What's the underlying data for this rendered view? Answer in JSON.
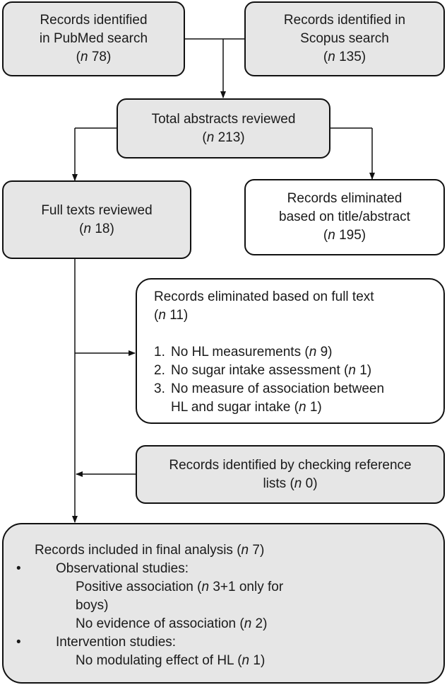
{
  "boxes": {
    "pubmed": {
      "l1": "Records identified",
      "l2": "in PubMed search",
      "n": "78"
    },
    "scopus": {
      "l1": "Records identified in",
      "l2": "Scopus search",
      "n": "135"
    },
    "total": {
      "l1": "Total abstracts reviewed",
      "n": "213"
    },
    "fulltext": {
      "l1": "Full texts reviewed",
      "n": "18"
    },
    "elim_title": {
      "l1": "Records eliminated",
      "l2": "based on title/abstract",
      "n": "195"
    },
    "elim_full": {
      "title": "Records eliminated based on full text",
      "n": "11",
      "items": [
        {
          "num": "1.",
          "text": "No HL measurements (",
          "n": "9",
          "close": ")"
        },
        {
          "num": "2.",
          "text": "No sugar intake assessment (",
          "n": "1",
          "close": ")"
        },
        {
          "num": "3.",
          "text": "No measure of association between",
          "text2": "HL and sugar intake (",
          "n": "1",
          "close": ")"
        }
      ]
    },
    "reference": {
      "l1": "Records identified by checking reference",
      "l2": "lists (",
      "n": "0"
    },
    "final": {
      "title": "Records included in final analysis (",
      "n": "7",
      "obs_label": "Observational studies:",
      "pos_a": "Positive association (",
      "pos_n": "3+1 only for",
      "pos_b": "boys)",
      "noev": "No evidence of association (",
      "noev_n": "2",
      "int_label": "Intervention studies:",
      "nomod": "No modulating effect of HL (",
      "nomod_n": "1"
    }
  },
  "n_symbol": "n",
  "bullet": "•",
  "close_paren": ")"
}
